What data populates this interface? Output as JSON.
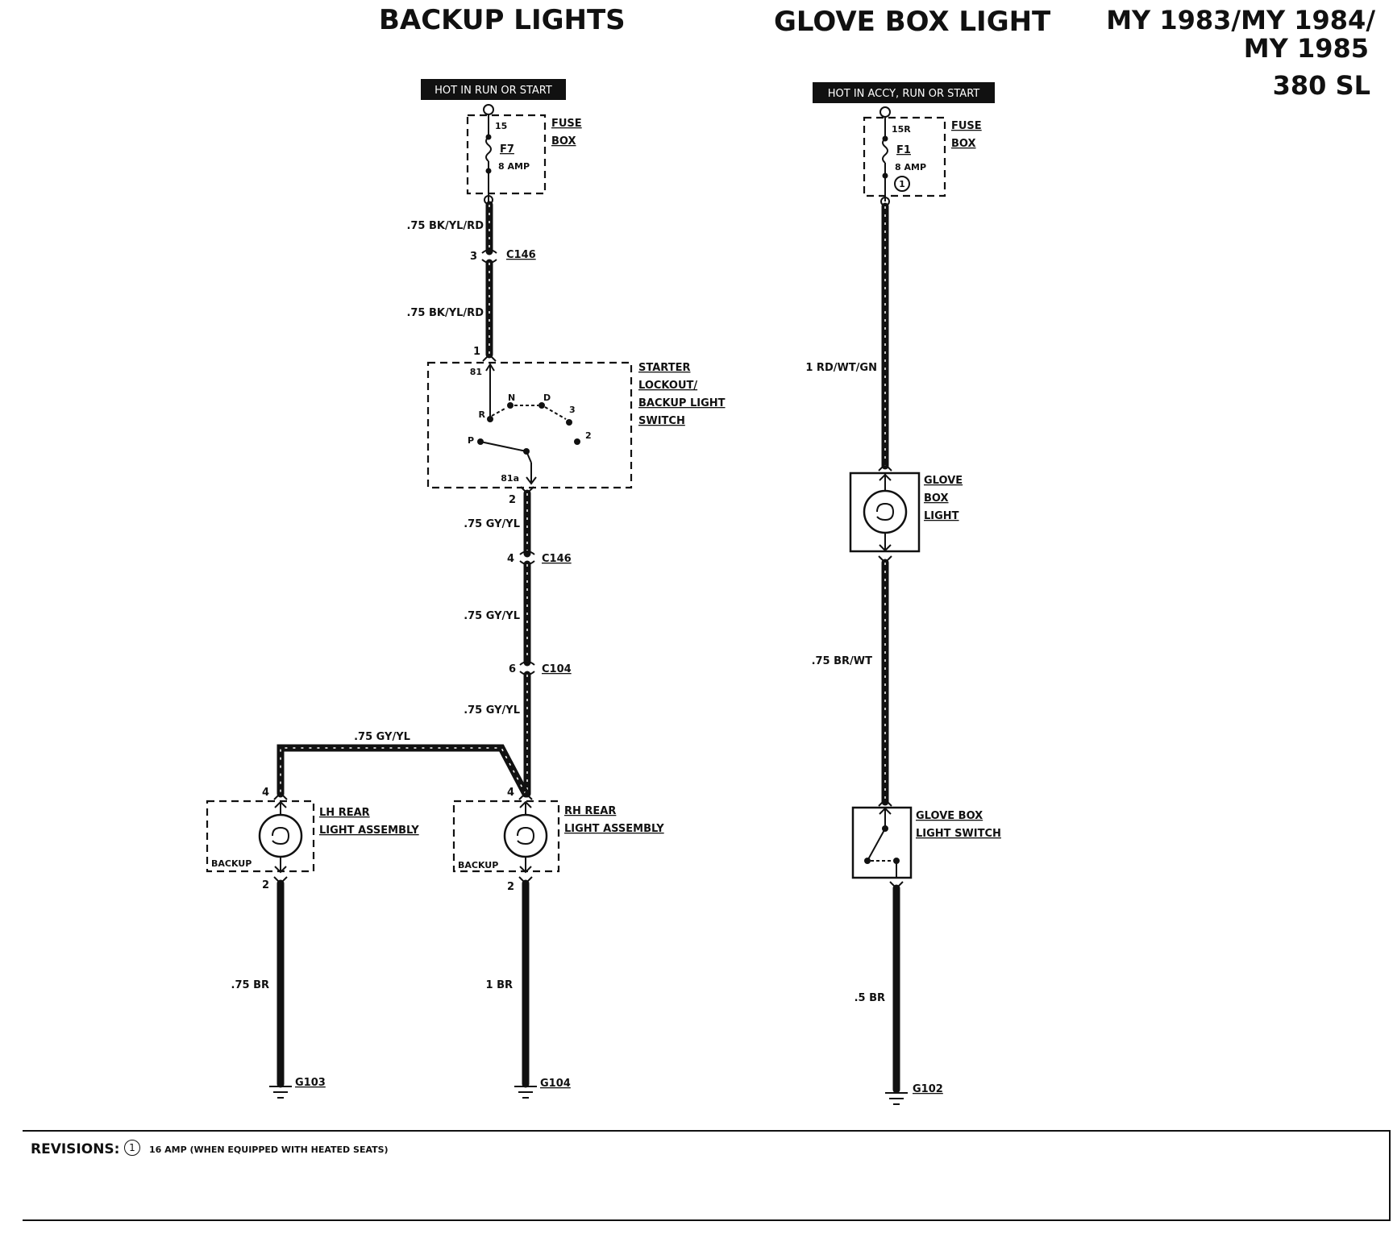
{
  "titles": {
    "backup": "BACKUP LIGHTS",
    "glove": "GLOVE BOX LIGHT",
    "model_line1": "MY 1983/MY 1984/",
    "model_line2": "MY 1985",
    "model_name": "380 SL"
  },
  "backup": {
    "hot_label": "HOT IN RUN OR START",
    "fuse_terminal": "15",
    "fuse_id": "F7",
    "fuse_rating": "8 AMP",
    "fuse_box_line1": "FUSE",
    "fuse_box_line2": "BOX",
    "wire_1": ".75 BK/YL/RD",
    "conn_c146_top": "C146",
    "conn_c146_top_pin": "3",
    "wire_2": ".75 BK/YL/RD",
    "switch_pin_in": "1",
    "switch_term_in": "81",
    "switch_term_out": "81a",
    "switch_pin_out": "2",
    "switch_positions": [
      "R",
      "N",
      "D",
      "3",
      "2",
      "P"
    ],
    "switch_label": [
      "STARTER",
      "LOCKOUT/",
      "BACKUP LIGHT",
      "SWITCH"
    ],
    "wire_3": ".75 GY/YL",
    "conn_c146_bottom": "C146",
    "conn_c146_bottom_pin": "4",
    "wire_4": ".75 GY/YL",
    "conn_c104": "C104",
    "conn_c104_pin": "6",
    "wire_5": ".75 GY/YL",
    "wire_branch": ".75 GY/YL",
    "lh_pin_top": "4",
    "lh_label": [
      "LH REAR",
      "LIGHT ASSEMBLY"
    ],
    "lh_inner": "BACKUP",
    "lh_pin_bottom": "2",
    "lh_ground_wire": ".75 BR",
    "lh_ground": "G103",
    "rh_pin_top": "4",
    "rh_label": [
      "RH REAR",
      "LIGHT ASSEMBLY"
    ],
    "rh_inner": "BACKUP",
    "rh_pin_bottom": "2",
    "rh_ground_wire": "1 BR",
    "rh_ground": "G104"
  },
  "glove": {
    "hot_label": "HOT IN ACCY, RUN OR START",
    "fuse_terminal": "15R",
    "fuse_id": "F1",
    "fuse_rating": "8 AMP",
    "fuse_revision_mark": "1",
    "fuse_box_line1": "FUSE",
    "fuse_box_line2": "BOX",
    "wire_1": "1 RD/WT/GN",
    "light_label": [
      "GLOVE",
      "BOX",
      "LIGHT"
    ],
    "wire_2": ".75 BR/WT",
    "switch_label": [
      "GLOVE BOX",
      "LIGHT SWITCH"
    ],
    "ground_wire": ".5 BR",
    "ground": "G102"
  },
  "revisions": {
    "label": "REVISIONS:",
    "mark": "1",
    "note": "16 AMP (WHEN EQUIPPED WITH HEATED SEATS)"
  }
}
